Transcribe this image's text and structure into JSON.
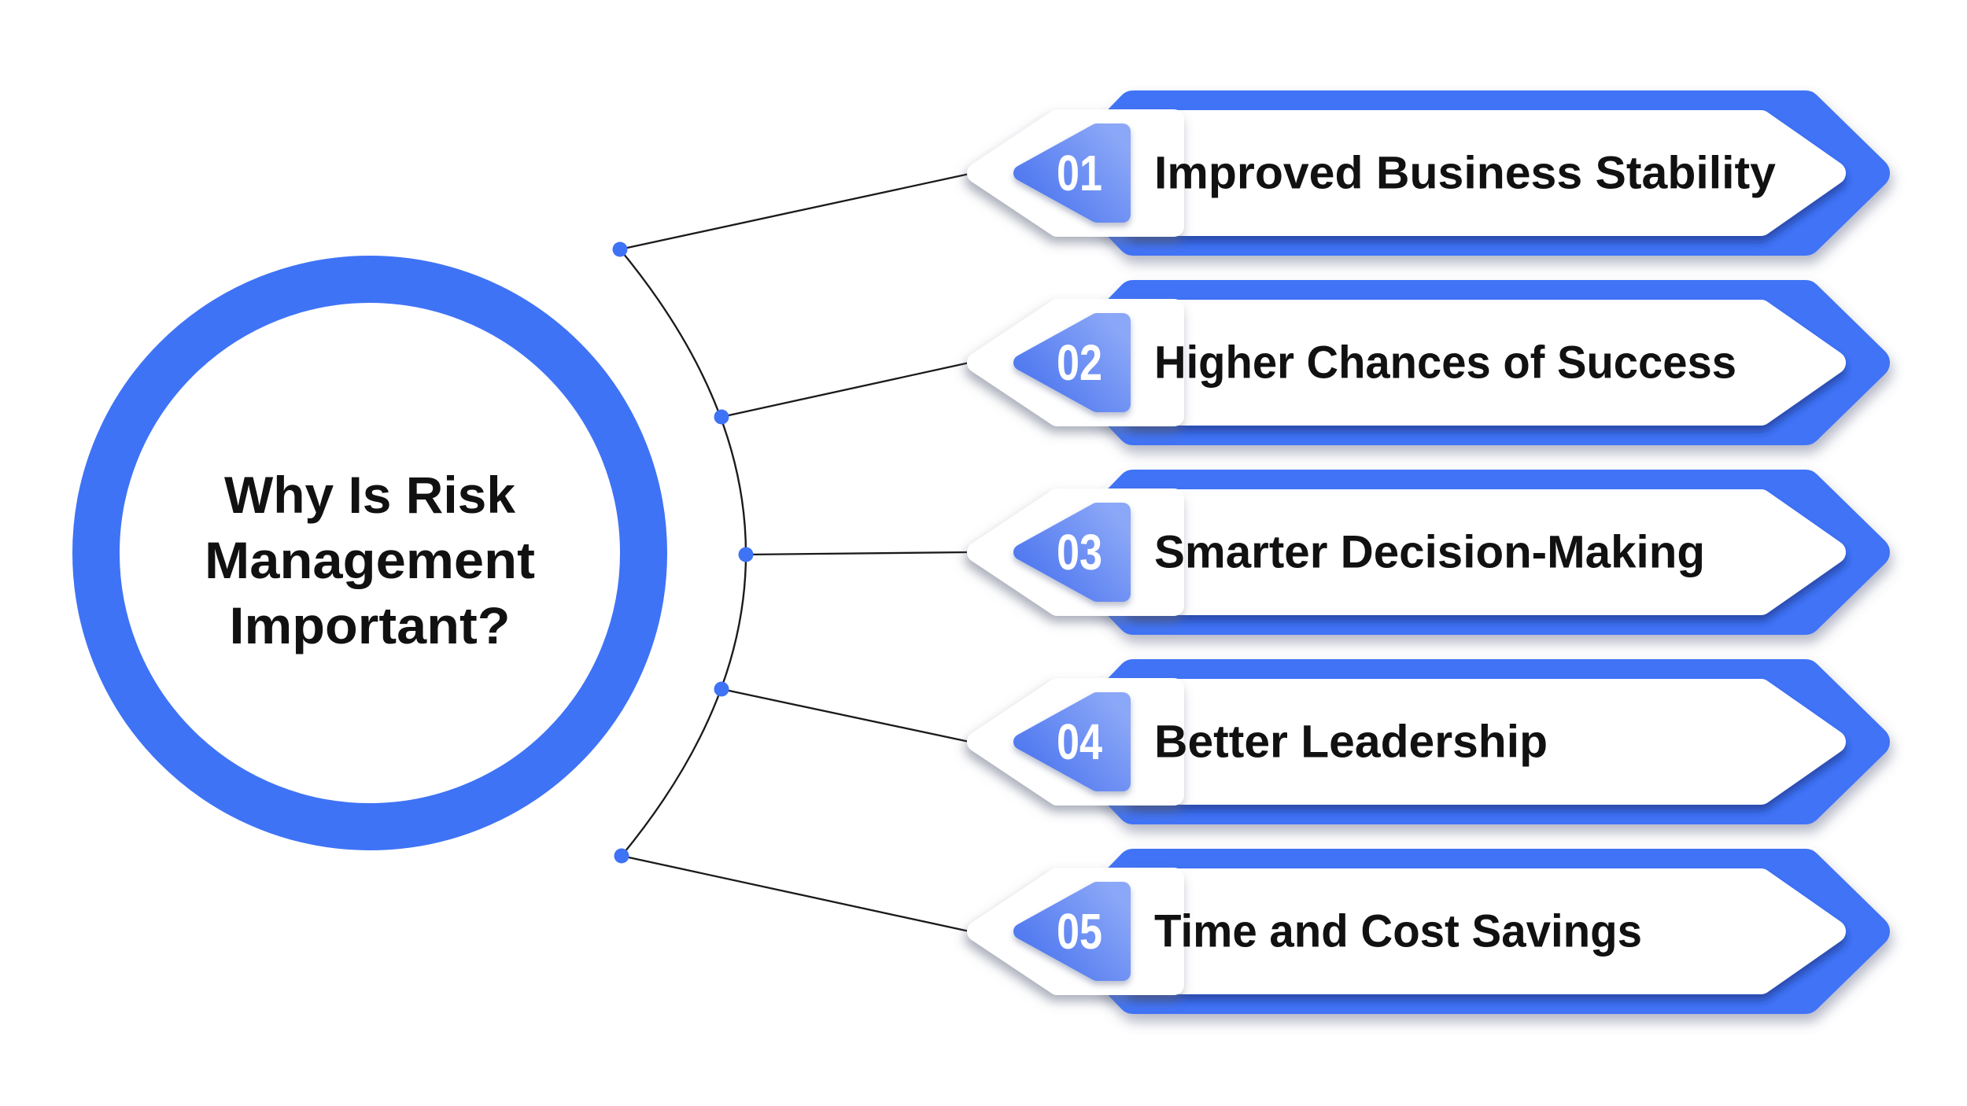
{
  "title": {
    "lines": [
      "Why Is Risk",
      "Management",
      "Important?"
    ]
  },
  "items": [
    {
      "number": "01",
      "title": "Improved Business Stability"
    },
    {
      "number": "02",
      "title": "Higher Chances of Success"
    },
    {
      "number": "03",
      "title": "Smarter Decision-Making"
    },
    {
      "number": "04",
      "title": "Better Leadership"
    },
    {
      "number": "05",
      "title": "Time and Cost Savings"
    }
  ],
  "colors": {
    "accent": "#3F73F6",
    "accent_light": "#8BA7F7",
    "accent_gradient_start": "#4A74EF",
    "accent_shadow": "#1d3a8f",
    "text": "#111111",
    "number_text": "#FFFFFF",
    "background": "#FFFFFF",
    "connector_line": "#1a1a1a"
  }
}
